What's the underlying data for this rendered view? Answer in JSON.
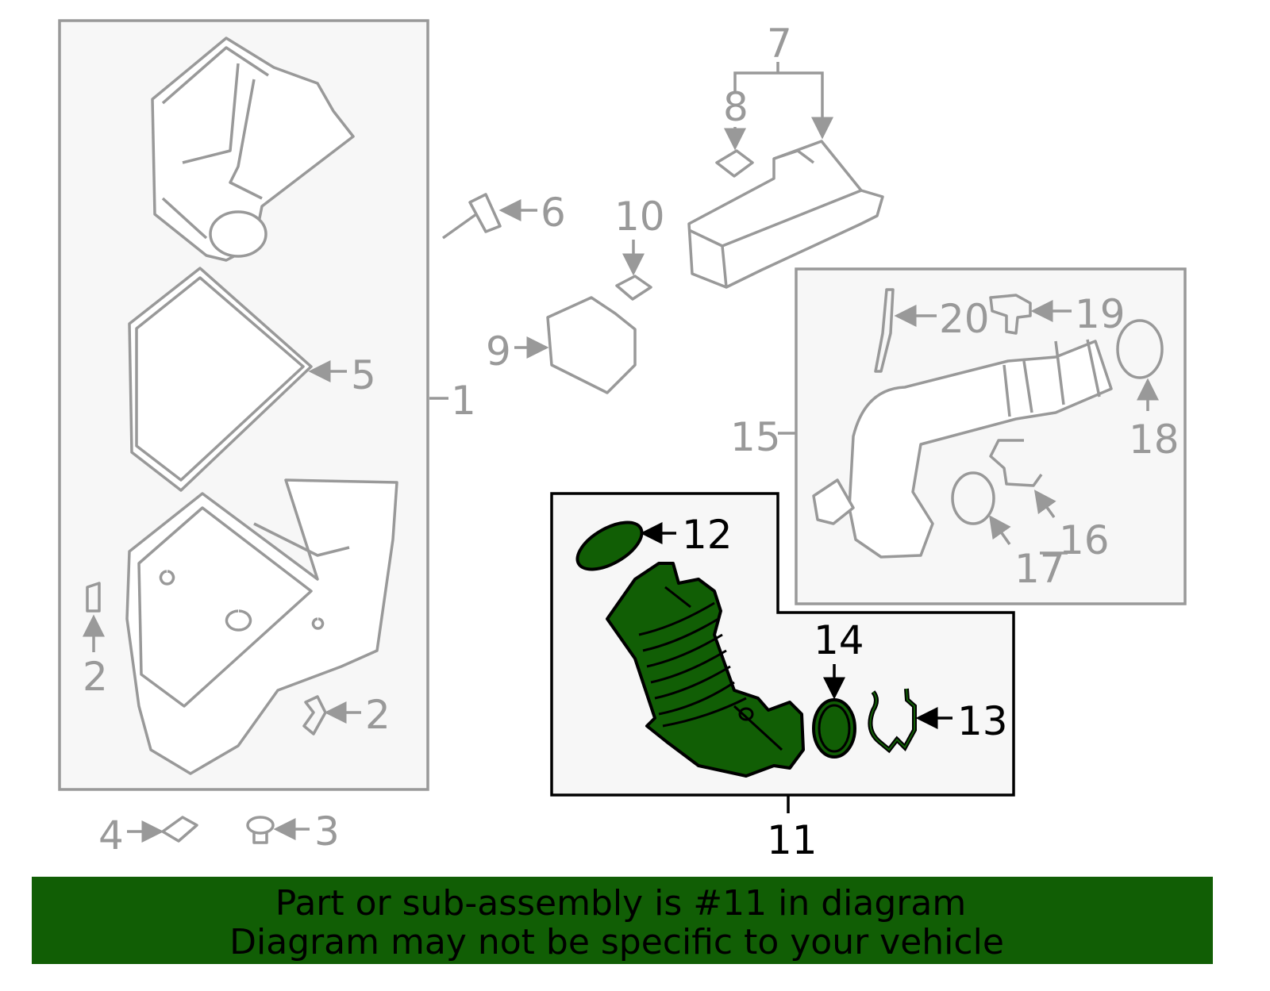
{
  "diagram": {
    "labels": {
      "l1": "1",
      "l2a": "2",
      "l2b": "2",
      "l3": "3",
      "l4": "4",
      "l5": "5",
      "l6": "6",
      "l7": "7",
      "l8": "8",
      "l9": "9",
      "l10": "10",
      "l11": "11",
      "l12": "12",
      "l13": "13",
      "l14": "14",
      "l15": "15",
      "l16": "16",
      "l17": "17",
      "l18": "18",
      "l19": "19",
      "l20": "20"
    },
    "highlight_part": "11"
  },
  "banner": {
    "line1": "Part or sub-assembly is #11 in diagram",
    "line2": "Diagram may not be specific to your vehicle"
  },
  "colors": {
    "highlight": "#115e05",
    "line": "#999999",
    "panel": "#f7f7f7"
  }
}
